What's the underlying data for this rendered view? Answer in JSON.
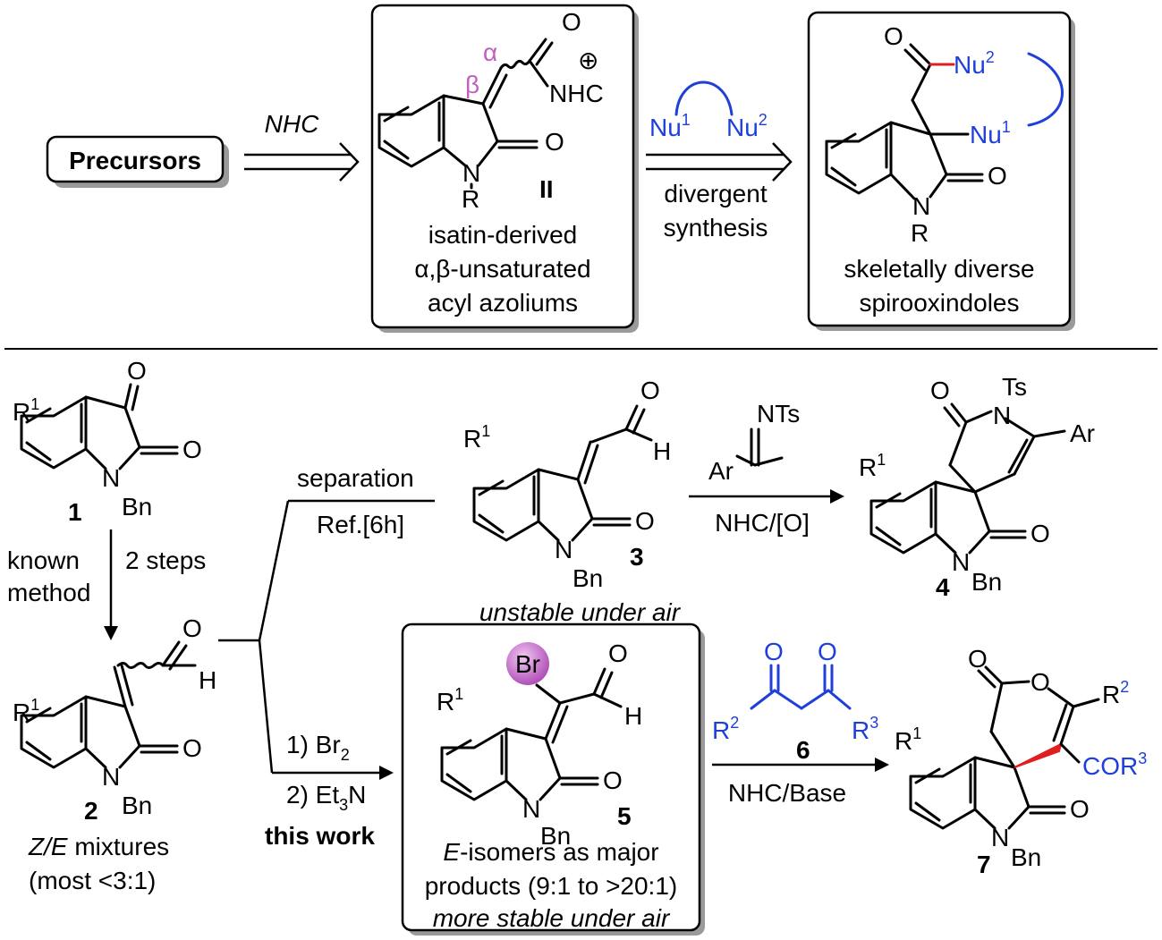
{
  "top": {
    "precursors": "Precursors",
    "nhc_label": "NHC",
    "intermediate": {
      "alpha": "α",
      "beta": "β",
      "plus": "⊕",
      "nhc": "NHC",
      "o": "O",
      "n": "N",
      "r": "R",
      "roman": "II",
      "caption_line1": "isatin-derived",
      "caption_line2": "α,β-unsaturated",
      "caption_line3": "acyl azoliums"
    },
    "arrow_label": {
      "nu1": "Nu",
      "nu1_sup": "1",
      "nu2": "Nu",
      "nu2_sup": "2",
      "line1": "divergent",
      "line2": "synthesis"
    },
    "product": {
      "nu1": "Nu",
      "nu1_sup": "1",
      "nu2": "Nu",
      "nu2_sup": "2",
      "o": "O",
      "n": "N",
      "r": "R",
      "caption_line1": "skeletally diverse",
      "caption_line2": "spirooxindoles"
    }
  },
  "bottom": {
    "c1": {
      "r1": "R",
      "r1_sup": "1",
      "o": "O",
      "n": "N",
      "bn": "Bn",
      "num": "1"
    },
    "step_1_2": {
      "left1": "known",
      "left2": "method",
      "right": "2 steps"
    },
    "c2": {
      "r1": "R",
      "r1_sup": "1",
      "o": "O",
      "h": "H",
      "n": "N",
      "bn": "Bn",
      "num": "2",
      "cap1_italic": "Z/E",
      "cap1_rest": " mixtures",
      "cap2": "(most <3:1)"
    },
    "branch_top": {
      "line1": "separation",
      "line2": "Ref.[6h]"
    },
    "branch_bottom": {
      "line1": "1) Br",
      "line1_sub": "2",
      "line2a": "2) Et",
      "line2_sub": "3",
      "line2b": "N",
      "line3": "this work"
    },
    "c3": {
      "r1": "R",
      "r1_sup": "1",
      "o": "O",
      "h": "H",
      "n": "N",
      "bn": "Bn",
      "num": "3",
      "caption": "unstable under air"
    },
    "reagent_3_4": {
      "nts": "NTs",
      "ar": "Ar",
      "cond": "NHC/[O]"
    },
    "c4": {
      "r1": "R",
      "r1_sup": "1",
      "o": "O",
      "n": "N",
      "ts": "Ts",
      "ar": "Ar",
      "bn": "Bn",
      "num": "4"
    },
    "c5": {
      "br": "Br",
      "r1": "R",
      "r1_sup": "1",
      "o": "O",
      "h": "H",
      "n": "N",
      "bn": "Bn",
      "num": "5",
      "cap1_italic": "E",
      "cap1_rest": "-isomers as major",
      "cap2": "products (9:1 to >20:1)",
      "cap3": "more stable under air"
    },
    "reagent_6": {
      "o": "O",
      "r2": "R",
      "r2_sup": "2",
      "r3": "R",
      "r3_sup": "3",
      "num": "6",
      "cond": "NHC/Base"
    },
    "c7": {
      "r1": "R",
      "r1_sup": "1",
      "o": "O",
      "r2": "R",
      "r2_sup": "2",
      "cor": "COR",
      "cor_sup": "3",
      "n": "N",
      "bn": "Bn",
      "num": "7"
    }
  }
}
